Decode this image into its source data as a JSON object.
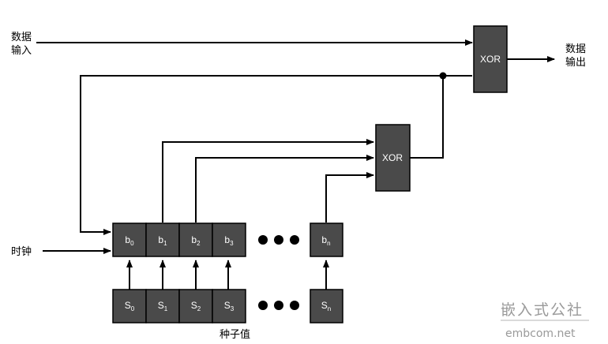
{
  "labels": {
    "data_in": [
      "数据",
      "输入"
    ],
    "data_out": [
      "数据",
      "输出"
    ],
    "clock": "时钟",
    "seed": "种子值"
  },
  "gates": {
    "xor_main": "XOR",
    "xor_feedback": "XOR"
  },
  "registers": {
    "b": [
      {
        "base": "b",
        "sub": "0"
      },
      {
        "base": "b",
        "sub": "1"
      },
      {
        "base": "b",
        "sub": "2"
      },
      {
        "base": "b",
        "sub": "3"
      },
      {
        "base": "b",
        "sub": "n"
      }
    ],
    "s": [
      {
        "base": "S",
        "sub": "0"
      },
      {
        "base": "S",
        "sub": "1"
      },
      {
        "base": "S",
        "sub": "2"
      },
      {
        "base": "S",
        "sub": "3"
      },
      {
        "base": "S",
        "sub": "n"
      }
    ]
  },
  "watermark": {
    "cn": "嵌入式公社",
    "en": "embcom.net"
  },
  "colors": {
    "box_fill": "#4a4a4a",
    "line": "#000000"
  }
}
